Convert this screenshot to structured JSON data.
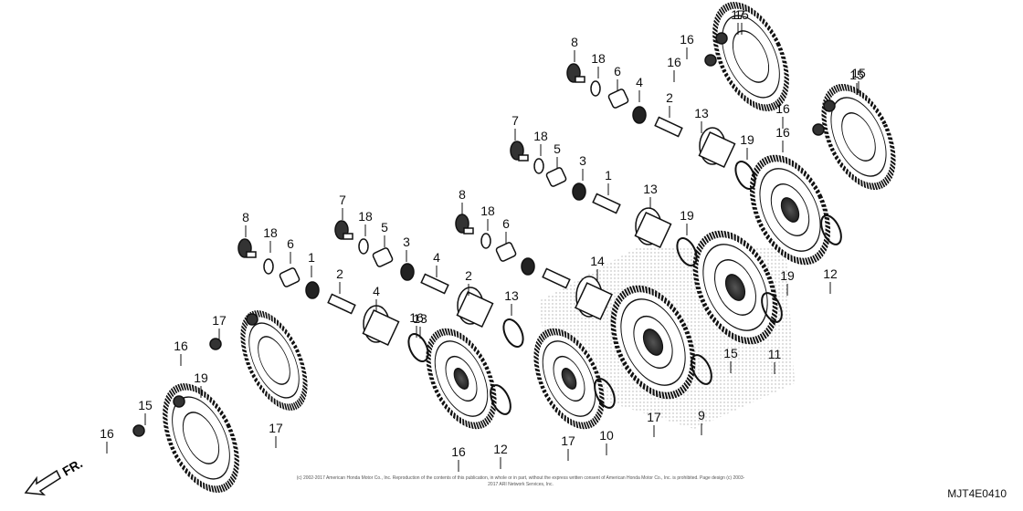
{
  "part_code": "MJT4E0410",
  "front_marker": "FR.",
  "copyright": "(c) 2002-2017 American Honda Motor Co., Inc. Reproduction of the contents of this publication, in whole or in part, without the express written consent of American Honda Motor Co., Inc. is prohibited. Page design (c) 2003-2017 ARI Network Services, Inc.",
  "callouts": [
    "15",
    "8",
    "18",
    "6",
    "16",
    "16",
    "4",
    "2",
    "13",
    "15",
    "7",
    "18",
    "5",
    "3",
    "16",
    "16",
    "19",
    "1",
    "13",
    "8",
    "18",
    "6",
    "7",
    "18",
    "5",
    "3",
    "4",
    "2",
    "19",
    "14",
    "8",
    "18",
    "6",
    "1",
    "4",
    "2",
    "13",
    "13",
    "19",
    "12",
    "17",
    "16",
    "16",
    "19",
    "15",
    "11",
    "17",
    "15",
    "16",
    "16",
    "12",
    "17",
    "10",
    "17",
    "9",
    "17",
    "15"
  ],
  "colors": {
    "ink": "#111111",
    "shadow": "#9a9a9a",
    "paper": "#ffffff"
  }
}
